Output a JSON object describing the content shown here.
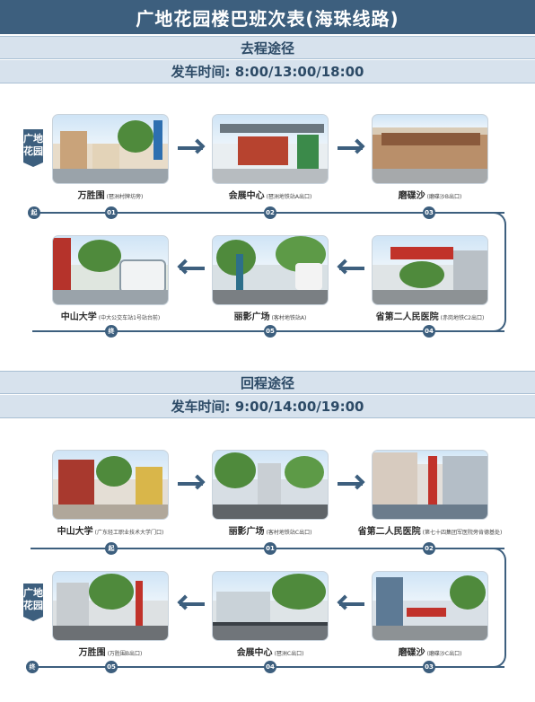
{
  "title": "广地花园楼巴班次表(海珠线路)",
  "outbound": {
    "heading": "去程途径",
    "depart_label": "发车时间",
    "depart_times": "8:00/13:00/18:00",
    "origin_tag": "广地花园",
    "start_dot": "起",
    "end_dot": "终",
    "stops": [
      {
        "num": "01",
        "name": "万胜围",
        "sub": "(琶洲村牌坊旁)"
      },
      {
        "num": "02",
        "name": "会展中心",
        "sub": "(琶洲地铁站A出口)"
      },
      {
        "num": "03",
        "name": "磨碟沙",
        "sub": "(磨碟沙B出口)"
      },
      {
        "num": "04",
        "name": "省第二人民医院",
        "sub": "(赤岗地铁C2出口)"
      },
      {
        "num": "05",
        "name": "丽影广场",
        "sub": "(客村地铁站A)"
      },
      {
        "num": "",
        "name": "中山大学",
        "sub": "(中大公交车站1号站台前)"
      }
    ]
  },
  "return": {
    "heading": "回程途径",
    "depart_label": "发车时间",
    "depart_times": "9:00/14:00/19:00",
    "origin_tag": "广地花园",
    "start_dot": "起",
    "end_dot": "终",
    "stops": [
      {
        "num": "",
        "name": "中山大学",
        "sub": "(广东轻工职业技术大学门口)"
      },
      {
        "num": "01",
        "name": "丽影广场",
        "sub": "(客村地铁站C出口)"
      },
      {
        "num": "02",
        "name": "省第二人民医院",
        "sub": "(第七十四集团军医院旁肯德基处)"
      },
      {
        "num": "03",
        "name": "磨碟沙",
        "sub": "(磨碟沙C出口)"
      },
      {
        "num": "04",
        "name": "会展中心",
        "sub": "(琶洲C出口)"
      },
      {
        "num": "05",
        "name": "万胜围",
        "sub": "(万胜围B出口)"
      }
    ]
  },
  "colors": {
    "primary": "#3d5f7e",
    "band": "#d7e2ed"
  }
}
